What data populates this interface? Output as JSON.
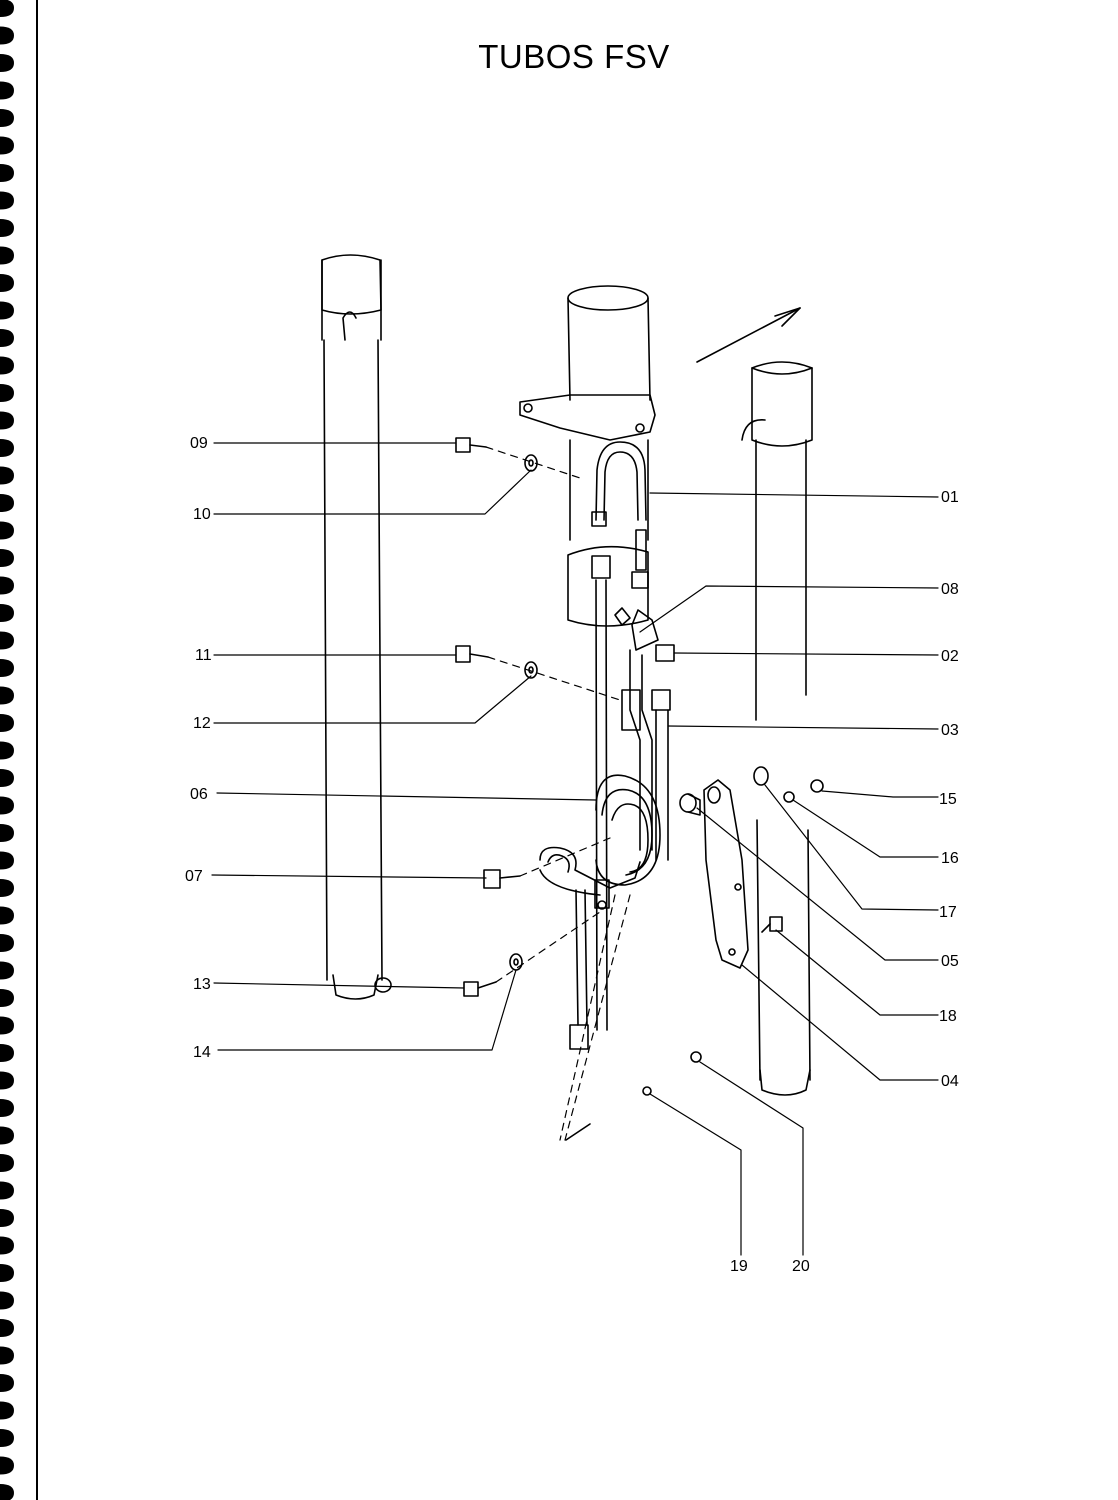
{
  "title": "TUBOS FSV",
  "labels": {
    "p01": "01",
    "p02": "02",
    "p03": "03",
    "p04": "04",
    "p05": "05",
    "p06": "06",
    "p07": "07",
    "p08": "08",
    "p09": "09",
    "p10": "10",
    "p11": "11",
    "p12": "12",
    "p13": "13",
    "p14": "14",
    "p15": "15",
    "p16": "16",
    "p17": "17",
    "p18": "18",
    "p19": "19",
    "p20": "20"
  }
}
